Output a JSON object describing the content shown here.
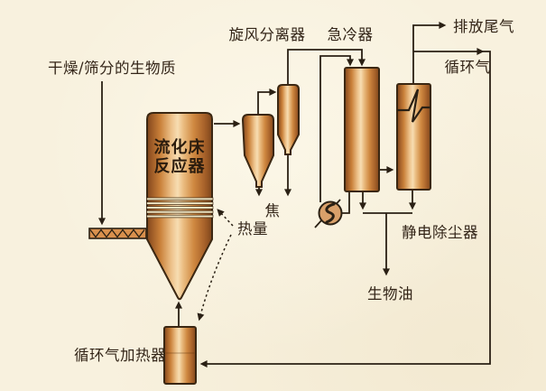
{
  "diagram": {
    "type": "process-flow-diagram",
    "background": "#f8f1de",
    "line_color": "#2a2014",
    "vessel_outline": "#3b2712",
    "vessel_fill_copper": [
      "#7e461c",
      "#c98039",
      "#f7ddb2",
      "#a8622a"
    ],
    "distributor_stripe_color": "#f3e7c3",
    "labels": {
      "biomass_feed": "干燥/筛分的生物质",
      "cyclone_separator": "旋风分离器",
      "quencher": "急冷器",
      "exhaust_gas": "排放尾气",
      "recycle_gas": "循环气",
      "reactor_line1": "流化床",
      "reactor_line2": "反应器",
      "char": "焦",
      "heat": "热量",
      "electrostatic_precipitator": "静电除尘器",
      "bio_oil": "生物油",
      "recycle_gas_heater": "循环气加热器"
    },
    "symbols": {
      "quench_cooler": "circle-with-lightning (heat exchanger)",
      "esp_internal": "lightning-bolt",
      "screw_feeder": "zigzag screw conveyor",
      "reactor_bed": "striped distributor band"
    },
    "streams": [
      "干燥/筛分的生物质 → 流化床反应器 (螺旋进料)",
      "流化床反应器 → 旋风分离器(两级)",
      "旋风分离器 → 焦",
      "旋风分离器 → 急冷器",
      "急冷器 → 静电除尘器",
      "静电除尘器 → 排放尾气",
      "静电除尘器 → 循环气 → 循环气加热器 → 流化床反应器",
      "急冷器 + 静电除尘器 → 生物油",
      "热量: 循环气加热器 ⇢ 流化床反应器床层 (虚线)"
    ]
  }
}
